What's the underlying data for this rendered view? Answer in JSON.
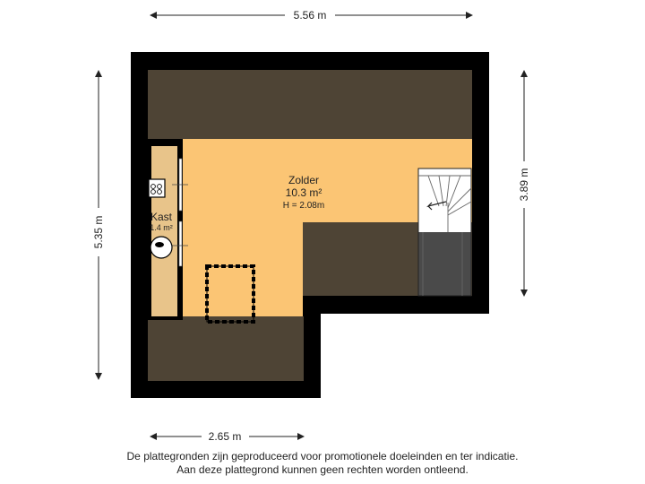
{
  "dimensions": {
    "top_width": "5.56 m",
    "bottom_width": "2.65 m",
    "left_height": "5.35 m",
    "right_height": "3.89 m"
  },
  "rooms": {
    "zolder": {
      "name": "Zolder",
      "area": "10.3 m²",
      "height": "H = 2.08m"
    },
    "kast": {
      "name": "Kast",
      "area": "1.4 m²"
    }
  },
  "disclaimer": {
    "line1": "De plattegronden zijn geproduceerd voor promotionele doeleinden en ter indicatie.",
    "line2": "Aan deze plattegrond kunnen geen rechten worden ontleend."
  },
  "colors": {
    "wall": "#000000",
    "roof_slope": "#4e4435",
    "floor": "#fbc574",
    "stair_shadow": "#4a4a4a"
  }
}
